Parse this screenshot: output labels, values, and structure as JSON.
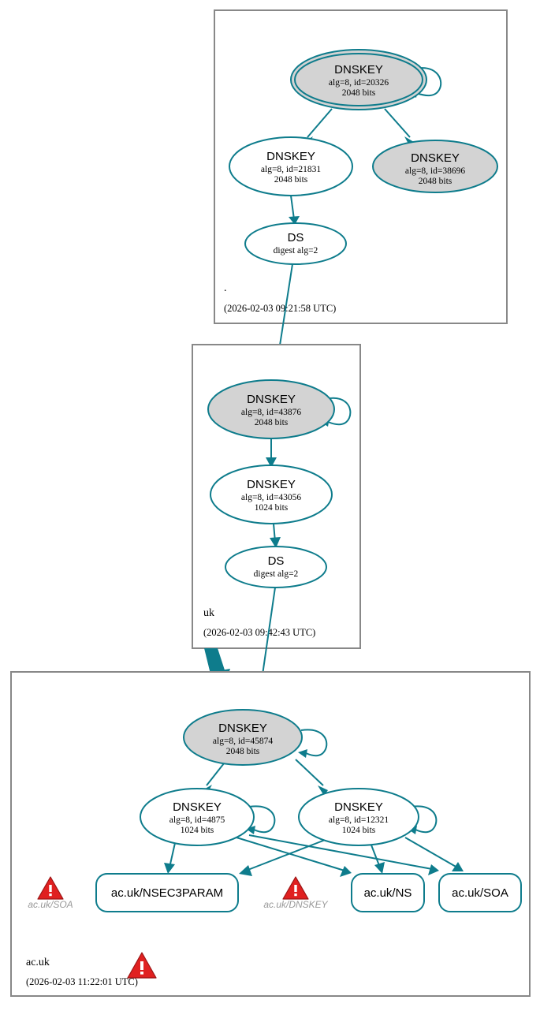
{
  "diagram": {
    "title": "DNSSEC authentication chain for ac.uk",
    "accent_color": "#0e7c8c",
    "key_fill_secure": "#d3d3d3",
    "key_fill_plain": "#ffffff",
    "zone_border_color": "#888888",
    "warning_color": "#e02020"
  },
  "zones": [
    {
      "id": "root",
      "name": ".",
      "timestamp": "(2026-02-03 09:21:58 UTC)",
      "nodes": [
        {
          "id": "root-ksk",
          "type": "DNSKEY",
          "title": "DNSKEY",
          "params": "alg=8, id=20326",
          "size": "2048 bits",
          "alg": 8,
          "key_id": 20326,
          "bits": 2048,
          "trust_anchor": true,
          "shaded": true,
          "self_signed": true
        },
        {
          "id": "root-zsk",
          "type": "DNSKEY",
          "title": "DNSKEY",
          "params": "alg=8, id=21831",
          "size": "2048 bits",
          "alg": 8,
          "key_id": 21831,
          "bits": 2048,
          "trust_anchor": false,
          "shaded": false,
          "self_signed": false
        },
        {
          "id": "root-extra",
          "type": "DNSKEY",
          "title": "DNSKEY",
          "params": "alg=8, id=38696",
          "size": "2048 bits",
          "alg": 8,
          "key_id": 38696,
          "bits": 2048,
          "trust_anchor": false,
          "shaded": true,
          "self_signed": false
        },
        {
          "id": "root-ds",
          "type": "DS",
          "title": "DS",
          "params": "digest alg=2",
          "size": "",
          "digest_alg": 2,
          "shaded": false
        }
      ]
    },
    {
      "id": "uk",
      "name": "uk",
      "timestamp": "(2026-02-03 09:42:43 UTC)",
      "nodes": [
        {
          "id": "uk-ksk",
          "type": "DNSKEY",
          "title": "DNSKEY",
          "params": "alg=8, id=43876",
          "size": "2048 bits",
          "alg": 8,
          "key_id": 43876,
          "bits": 2048,
          "trust_anchor": false,
          "shaded": true,
          "self_signed": true
        },
        {
          "id": "uk-zsk",
          "type": "DNSKEY",
          "title": "DNSKEY",
          "params": "alg=8, id=43056",
          "size": "1024 bits",
          "alg": 8,
          "key_id": 43056,
          "bits": 1024,
          "trust_anchor": false,
          "shaded": false,
          "self_signed": false
        },
        {
          "id": "uk-ds",
          "type": "DS",
          "title": "DS",
          "params": "digest alg=2",
          "size": "",
          "digest_alg": 2,
          "shaded": false
        }
      ]
    },
    {
      "id": "acuk",
      "name": "ac.uk",
      "timestamp": "(2026-02-03 11:22:01 UTC)",
      "nodes": [
        {
          "id": "acuk-ksk",
          "type": "DNSKEY",
          "title": "DNSKEY",
          "params": "alg=8, id=45874",
          "size": "2048 bits",
          "alg": 8,
          "key_id": 45874,
          "bits": 2048,
          "trust_anchor": false,
          "shaded": true,
          "self_signed": true
        },
        {
          "id": "acuk-zsk1",
          "type": "DNSKEY",
          "title": "DNSKEY",
          "params": "alg=8, id=4875",
          "size": "1024 bits",
          "alg": 8,
          "key_id": 4875,
          "bits": 1024,
          "trust_anchor": false,
          "shaded": false,
          "self_signed": true
        },
        {
          "id": "acuk-zsk2",
          "type": "DNSKEY",
          "title": "DNSKEY",
          "params": "alg=8, id=12321",
          "size": "1024 bits",
          "alg": 8,
          "key_id": 12321,
          "bits": 1024,
          "trust_anchor": false,
          "shaded": false,
          "self_signed": true
        }
      ],
      "rrsets": [
        {
          "id": "rr-nsec3param",
          "label": "ac.uk/NSEC3PARAM"
        },
        {
          "id": "rr-ns",
          "label": "ac.uk/NS"
        },
        {
          "id": "rr-soa",
          "label": "ac.uk/SOA"
        }
      ],
      "errors": [
        {
          "id": "err-soa",
          "label": "ac.uk/SOA",
          "icon": "warning-icon"
        },
        {
          "id": "err-dnskey",
          "label": "ac.uk/DNSKEY",
          "icon": "warning-icon"
        }
      ],
      "zone_status": {
        "icon": "warning-icon"
      }
    }
  ]
}
